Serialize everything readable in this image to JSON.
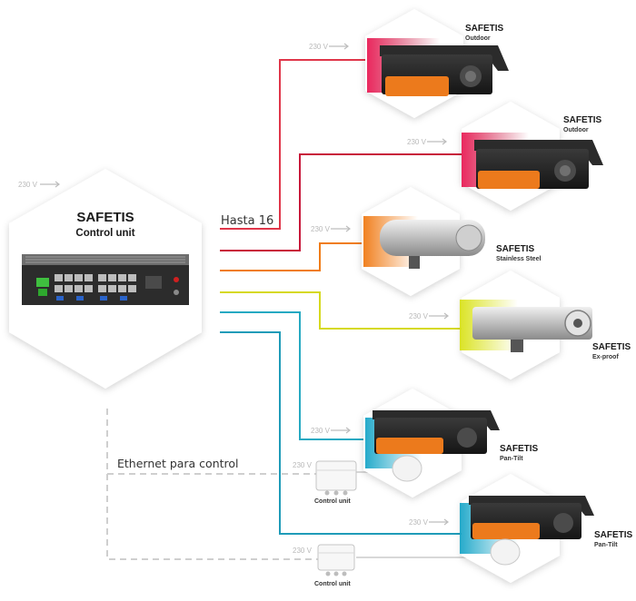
{
  "colors": {
    "red": "#d7193a",
    "crimson": "#cc1f3b",
    "orange": "#f07c18",
    "yellow": "#d6d91e",
    "teal": "#26a9c2",
    "gray_dash": "#c9c9c9",
    "voltage": "#b9b9b9"
  },
  "control_unit": {
    "title": "SAFETIS",
    "subtitle": "Control unit",
    "icon": "industrial-pc-icon"
  },
  "supply_label": "230 V",
  "hasta_label": "Hasta 16",
  "ethernet_label": "Ethernet para control",
  "cameras": [
    {
      "title": "SAFETIS",
      "subtitle": "Outdoor",
      "voltage": "230 V",
      "icon": "outdoor-camera-icon"
    },
    {
      "title": "SAFETIS",
      "subtitle": "Outdoor",
      "voltage": "230 V",
      "icon": "outdoor-camera-icon"
    },
    {
      "title": "SAFETIS",
      "subtitle": "Stainless Steel",
      "voltage": "230 V",
      "icon": "stainless-camera-icon"
    },
    {
      "title": "SAFETIS",
      "subtitle": "Ex-proof",
      "voltage": "230 V",
      "icon": "exproof-camera-icon"
    },
    {
      "title": "SAFETIS",
      "subtitle": "Pan-Tilt",
      "voltage": "230 V",
      "icon": "pantilt-camera-icon"
    },
    {
      "title": "SAFETIS",
      "subtitle": "Pan-Tilt",
      "voltage": "230 V",
      "icon": "pantilt-camera-icon"
    }
  ],
  "junction_boxes": [
    {
      "label": "Control unit",
      "voltage": "230 V",
      "icon": "junction-box-icon"
    },
    {
      "label": "Control unit",
      "voltage": "230 V",
      "icon": "junction-box-icon"
    }
  ]
}
